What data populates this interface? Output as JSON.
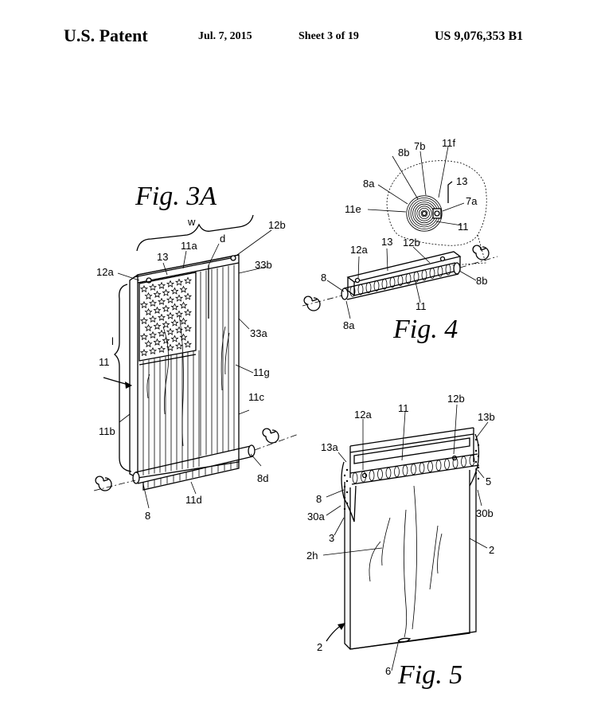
{
  "header": {
    "left": "U.S. Patent",
    "date": "Jul. 7, 2015",
    "sheet": "Sheet 3 of 19",
    "patent_number": "US 9,076,353 B1"
  },
  "fig3a": {
    "title": "Fig. 3A",
    "labels": {
      "w": "w",
      "d": "d",
      "l": "l",
      "l11a": "11a",
      "l12a": "12a",
      "l12b": "12b",
      "l13": "13",
      "l33b": "33b",
      "l33a": "33a",
      "l11": "11",
      "l11g": "11g",
      "l11b": "11b",
      "l11c": "11c",
      "l8d": "8d",
      "l8": "8",
      "l11d": "11d"
    }
  },
  "fig4": {
    "title": "Fig. 4",
    "labels": {
      "l8b_top": "8b",
      "l7b": "7b",
      "l11f": "11f",
      "l13_top": "13",
      "l8a_top": "8a",
      "l7a": "7a",
      "l11e": "11e",
      "l11_top": "11",
      "l12a": "12a",
      "l13_rod": "13",
      "l12b": "12b",
      "l8": "8",
      "l8b_right": "8b",
      "l11": "11",
      "l8a": "8a"
    }
  },
  "fig5": {
    "title": "Fig. 5",
    "labels": {
      "l11": "11",
      "l12a": "12a",
      "l12b": "12b",
      "l13b": "13b",
      "l13a": "13a",
      "l5": "5",
      "l8": "8",
      "l30a": "30a",
      "l30b": "30b",
      "l3": "3",
      "l2h": "2h",
      "l2_right": "2",
      "l2_bottom": "2",
      "l6": "6"
    }
  }
}
